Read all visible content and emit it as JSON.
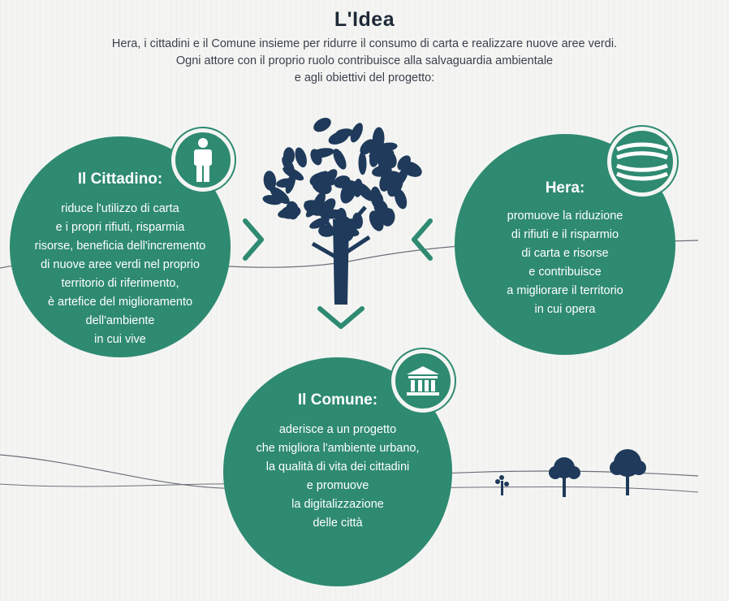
{
  "title": "L'Idea",
  "intro": [
    "Hera, i cittadini e il Comune insieme per ridurre il consumo di carta e realizzare nuove aree verdi.",
    "Ogni attore con il proprio ruolo contribuisce alla salvaguardia ambientale",
    "e agli obiettivi del progetto:"
  ],
  "colors": {
    "accent": "#2e8a71",
    "tree": "#1f3a5a",
    "background": "#f4f5f3"
  },
  "cittadino": {
    "heading": "Il Cittadino:",
    "icon": "person-icon",
    "lines": [
      "riduce l'utilizzo di carta",
      "e i propri rifiuti, risparmia",
      "risorse, beneficia dell'incremento",
      "di nuove aree verdi nel proprio",
      "territorio di riferimento,",
      "è artefice del miglioramento",
      "dell'ambiente",
      "in cui vive"
    ]
  },
  "hera": {
    "heading": "Hera:",
    "icon": "hera-logo-icon",
    "lines": [
      "promuove la riduzione",
      "di rifiuti e il risparmio",
      "di carta e risorse",
      "e contribuisce",
      "a migliorare il territorio",
      "in cui opera"
    ]
  },
  "comune": {
    "heading": "Il Comune:",
    "icon": "town-hall-icon",
    "lines": [
      "aderisce a un progetto",
      "che migliora l'ambiente urbano,",
      "la qualità di vita dei cittadini",
      "e promuove",
      "la digitalizzazione",
      "delle città"
    ]
  }
}
